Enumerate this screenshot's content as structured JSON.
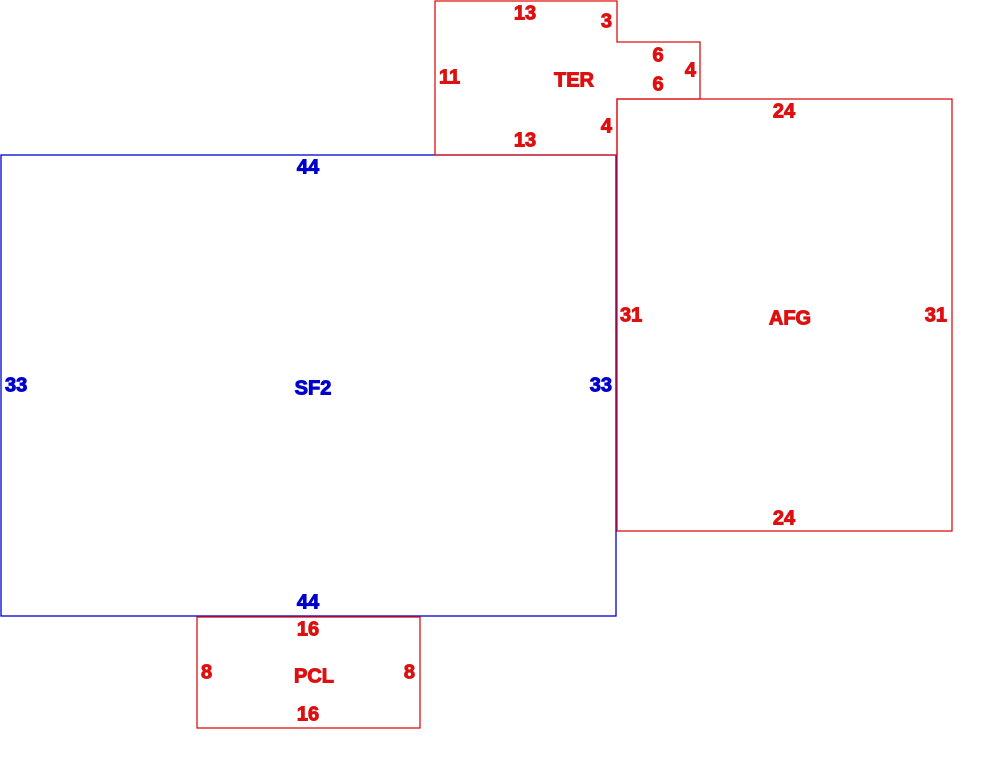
{
  "colors": {
    "living": "#0000cc",
    "other": "#dd1111"
  },
  "areas": {
    "sf2": {
      "label": "SF2",
      "top": "44",
      "bottom": "44",
      "left": "33",
      "right": "33"
    },
    "afg": {
      "label": "AFG",
      "top": "24",
      "bottom": "24",
      "left": "31",
      "right": "31"
    },
    "ter": {
      "label": "TER",
      "top": "13",
      "bottom": "13",
      "left": "11",
      "notch_drop": "3",
      "notch_top": "6",
      "notch_side": "4",
      "notch_bottom": "6",
      "lower_right": "4"
    },
    "pcl": {
      "label": "PCL",
      "top": "16",
      "bottom": "16",
      "left": "8",
      "right": "8"
    }
  }
}
